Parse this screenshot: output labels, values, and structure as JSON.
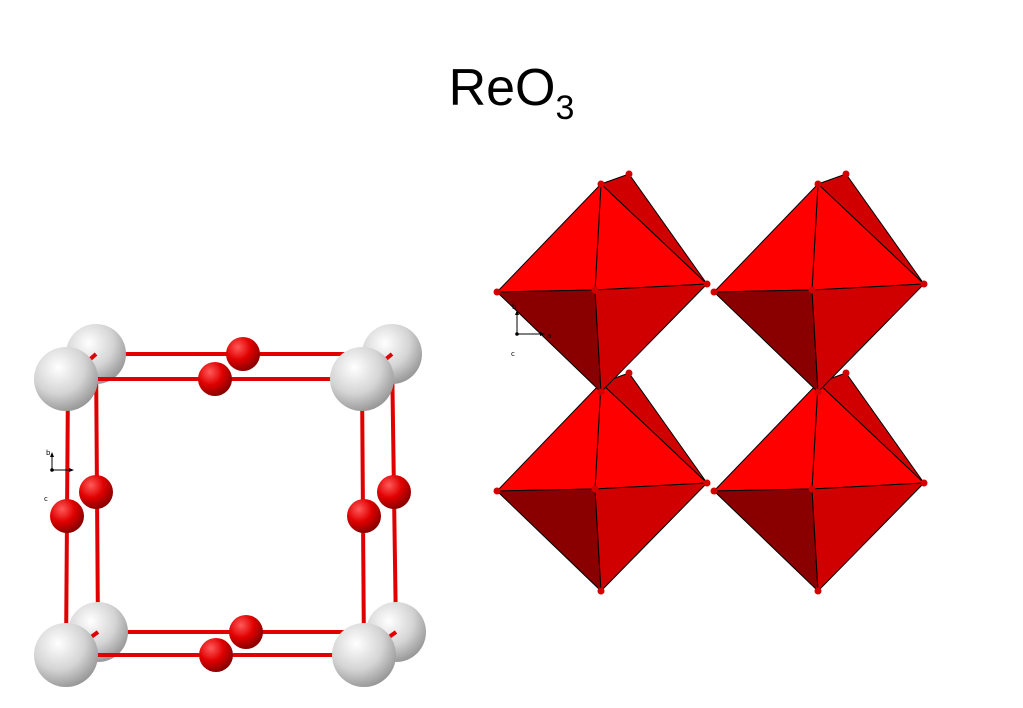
{
  "title": {
    "formula_base": "ReO",
    "formula_subscript": "3"
  },
  "colors": {
    "bond": "#e00000",
    "oxygen": "#d40000",
    "rhenium": "#d0d0d0",
    "octahedron_light": "#ff0000",
    "octahedron_mid": "#d00000",
    "octahedron_dark": "#8a0000",
    "edge": "#000000"
  },
  "unit_cell_axes": {
    "up": "b",
    "right": "",
    "out": "c"
  },
  "polyhedra_axes": {
    "up": "b",
    "right": "a",
    "out": "c"
  }
}
